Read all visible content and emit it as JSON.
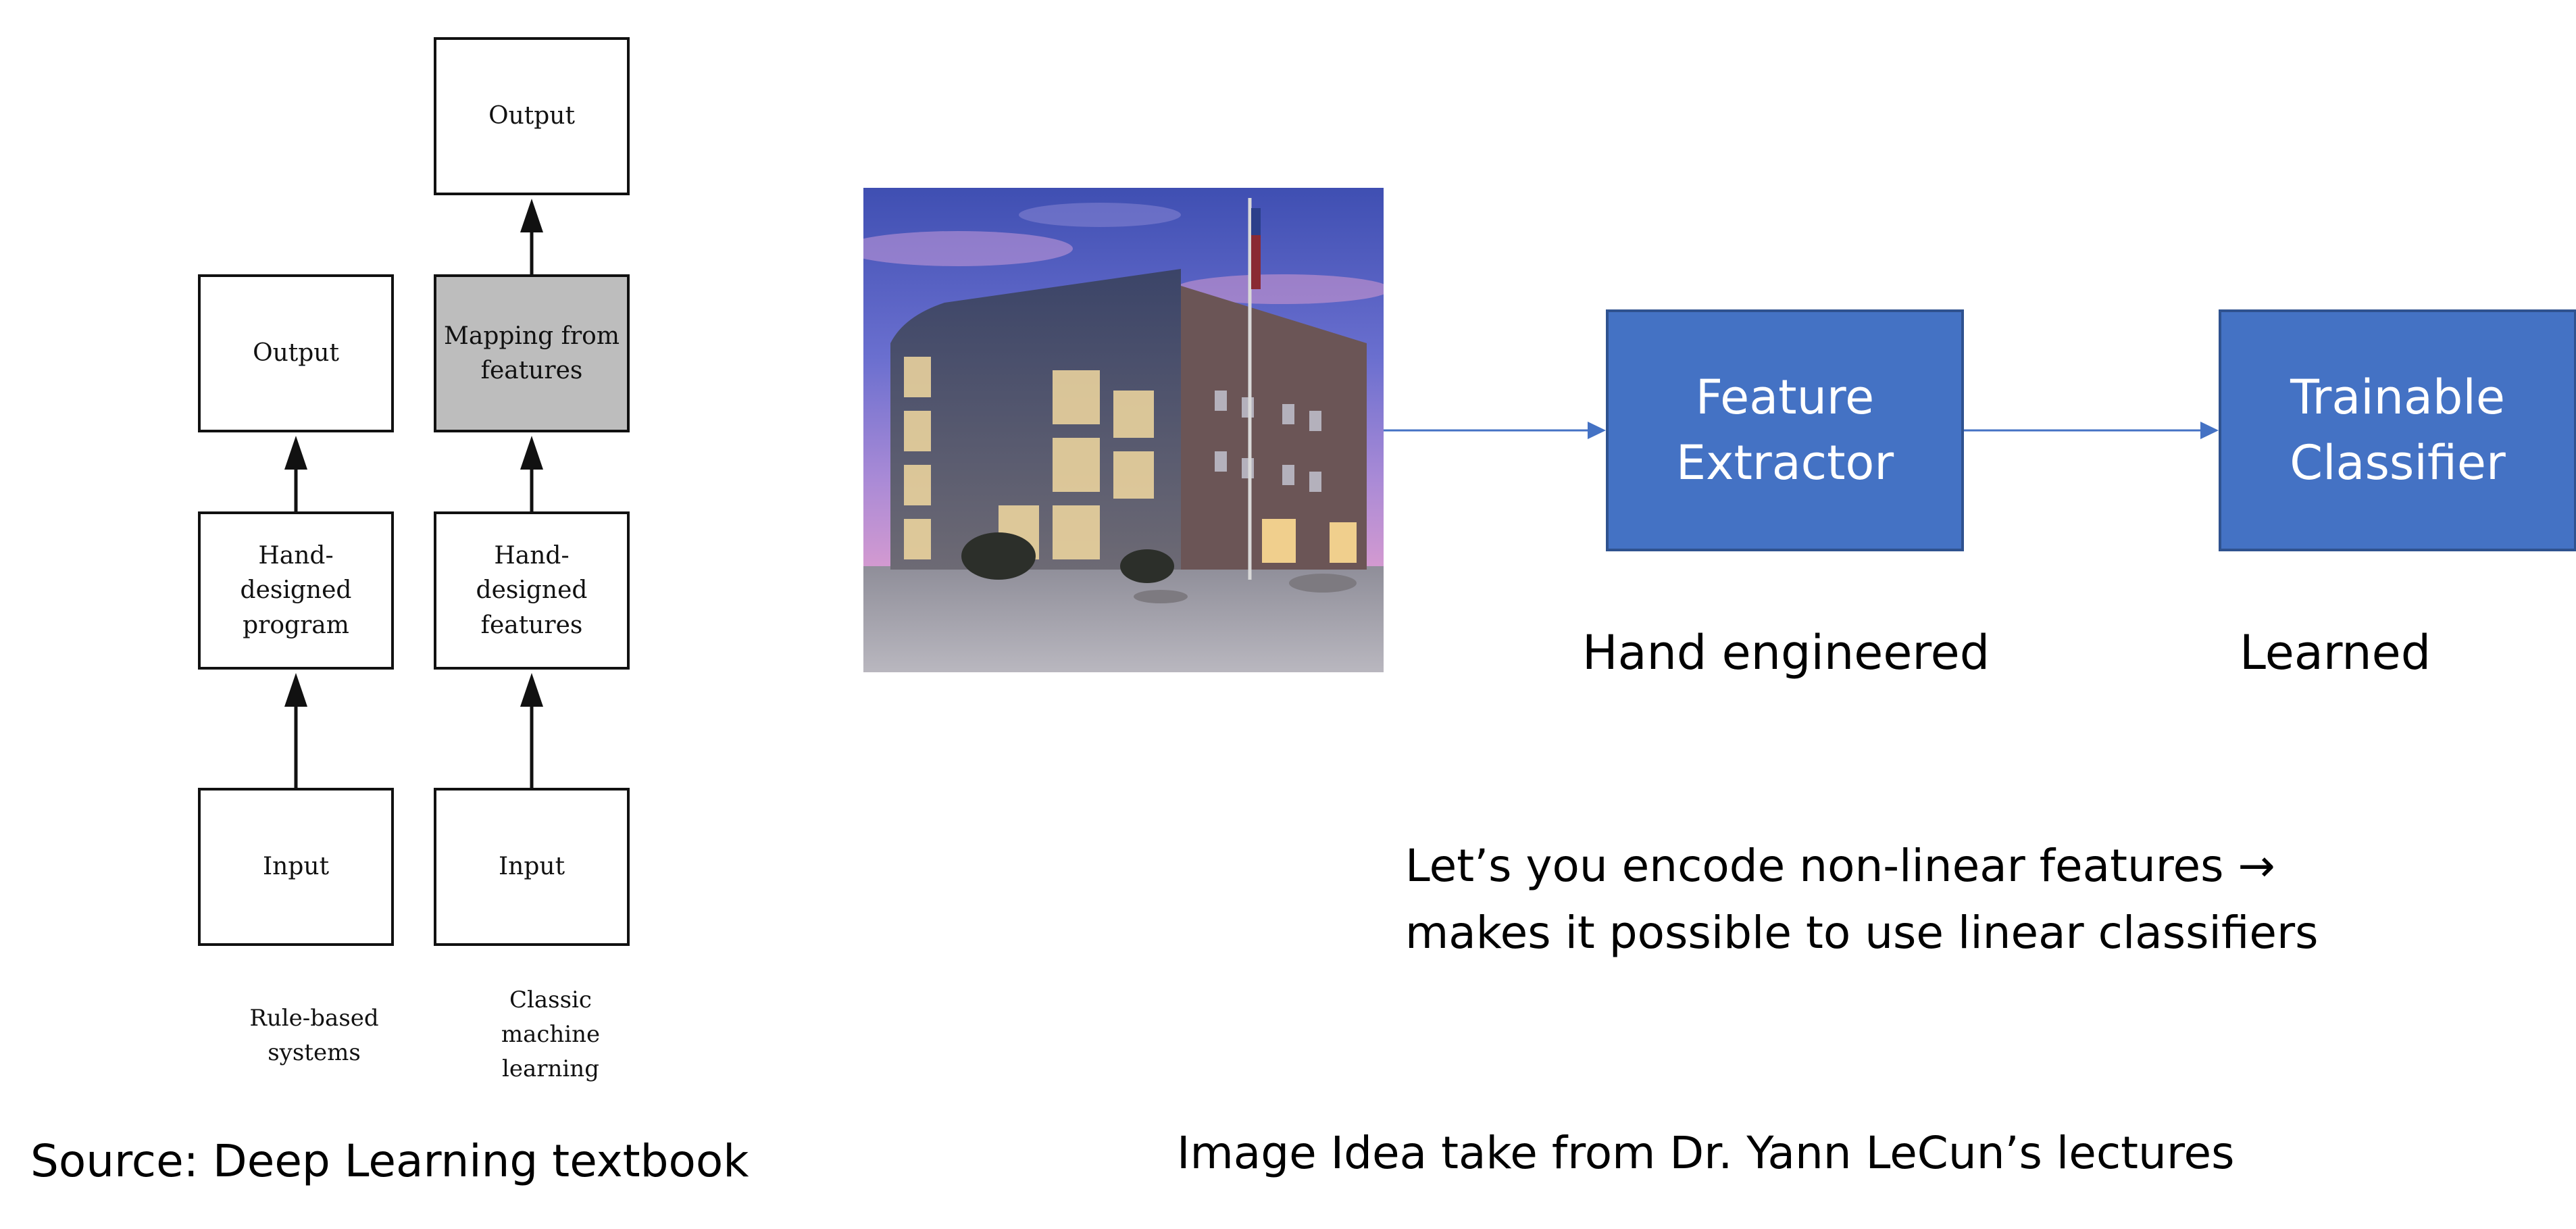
{
  "textbook_diagram": {
    "rule_based": {
      "output_label": "Output",
      "program_label": "Hand-\ndesigned\nprogram",
      "input_label": "Input",
      "caption": "Rule-based\nsystems"
    },
    "classic_ml": {
      "output_label": "Output",
      "mapping_label": "Mapping from\nfeatures",
      "features_label": "Hand-\ndesigned\nfeatures",
      "input_label": "Input",
      "caption": "Classic\nmachine\nlearning"
    },
    "source": "Source: Deep Learning textbook"
  },
  "pipeline": {
    "feature_extractor": "Feature\nExtractor",
    "classifier": "Trainable\nClassifier",
    "feature_extractor_caption": "Hand engineered",
    "classifier_caption": "Learned",
    "box_color": "#4472c4",
    "arrow_color": "#4472c4"
  },
  "note": {
    "line1": "Let’s you encode non-linear features →",
    "line2": "makes it possible to use linear classifiers"
  },
  "credit": "Image Idea take from Dr. Yann LeCun’s lectures"
}
